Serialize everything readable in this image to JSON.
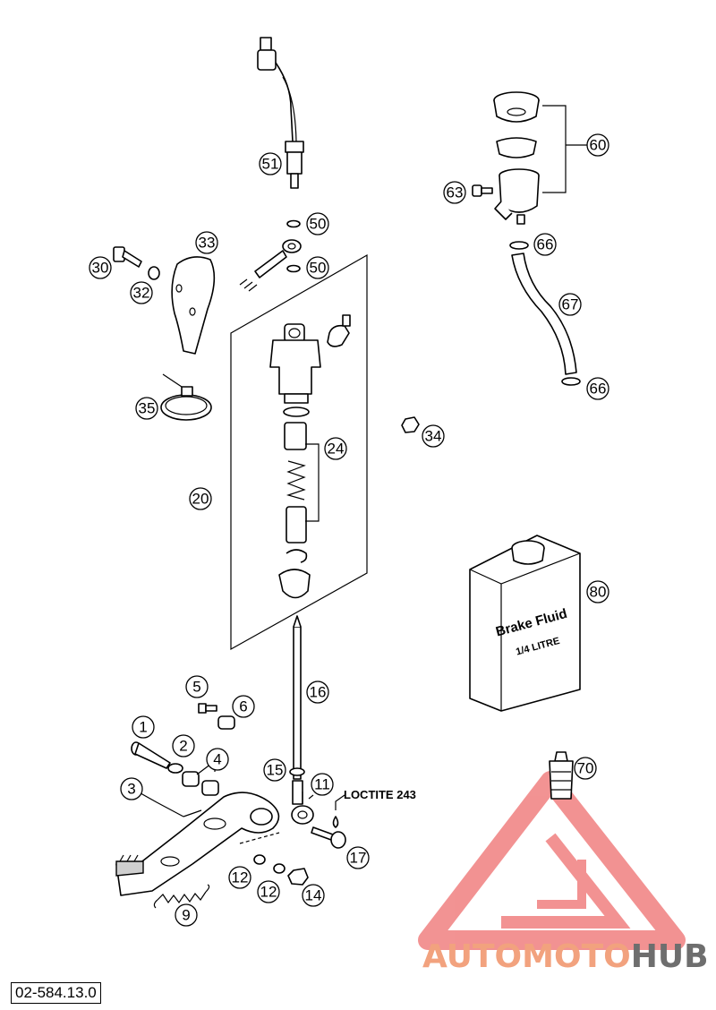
{
  "diagram": {
    "drawing_code": "02-584.13.0",
    "note": "LOCTITE 243",
    "container": {
      "line1": "Brake Fluid",
      "line2": "1/4 LITRE"
    },
    "watermark": {
      "part1": "AUTOMOTO",
      "part2": "HUB",
      "color1": "#f2a27e",
      "color2": "#6e6e6e",
      "triangle_color": "#f08080"
    },
    "callouts": [
      "1",
      "2",
      "3",
      "4",
      "5",
      "6",
      "9",
      "11",
      "12",
      "12",
      "14",
      "15",
      "16",
      "17",
      "20",
      "24",
      "30",
      "32",
      "33",
      "34",
      "35",
      "50",
      "50",
      "51",
      "60",
      "63",
      "66",
      "66",
      "67",
      "70",
      "80"
    ]
  }
}
